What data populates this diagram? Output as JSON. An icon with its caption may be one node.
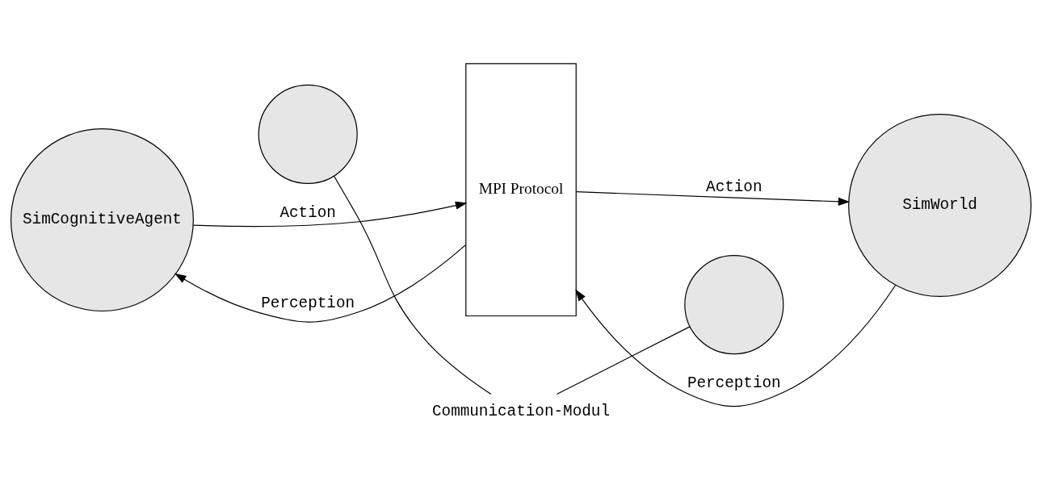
{
  "diagram": {
    "nodes": [
      {
        "text": [
          "SimCognitiveAgent"
        ]
      },
      {
        "text": [],
        "shape": "circle"
      },
      {
        "text": [
          "MPI Protocol"
        ]
      },
      {
        "text": [
          "SimWorld"
        ]
      },
      {
        "text": [],
        "shape": "circle"
      },
      {
        "text": [
          "Communication-Modul"
        ]
      }
    ],
    "edges": [
      {
        "from": 2,
        "to": 0,
        "arrow": "to",
        "label": "Perception"
      },
      {
        "from": 0,
        "to": 2,
        "arrow": "to",
        "label": "Action"
      },
      {
        "from": 3,
        "to": 2,
        "arrow": "to",
        "label": "Perception"
      },
      {
        "from": 2,
        "to": 3,
        "arrow": "to",
        "label": "Action"
      },
      {
        "from": 5,
        "to": 1,
        "arrow": "none"
      },
      {
        "from": 5,
        "to": 4,
        "arrow": "none"
      }
    ]
  }
}
